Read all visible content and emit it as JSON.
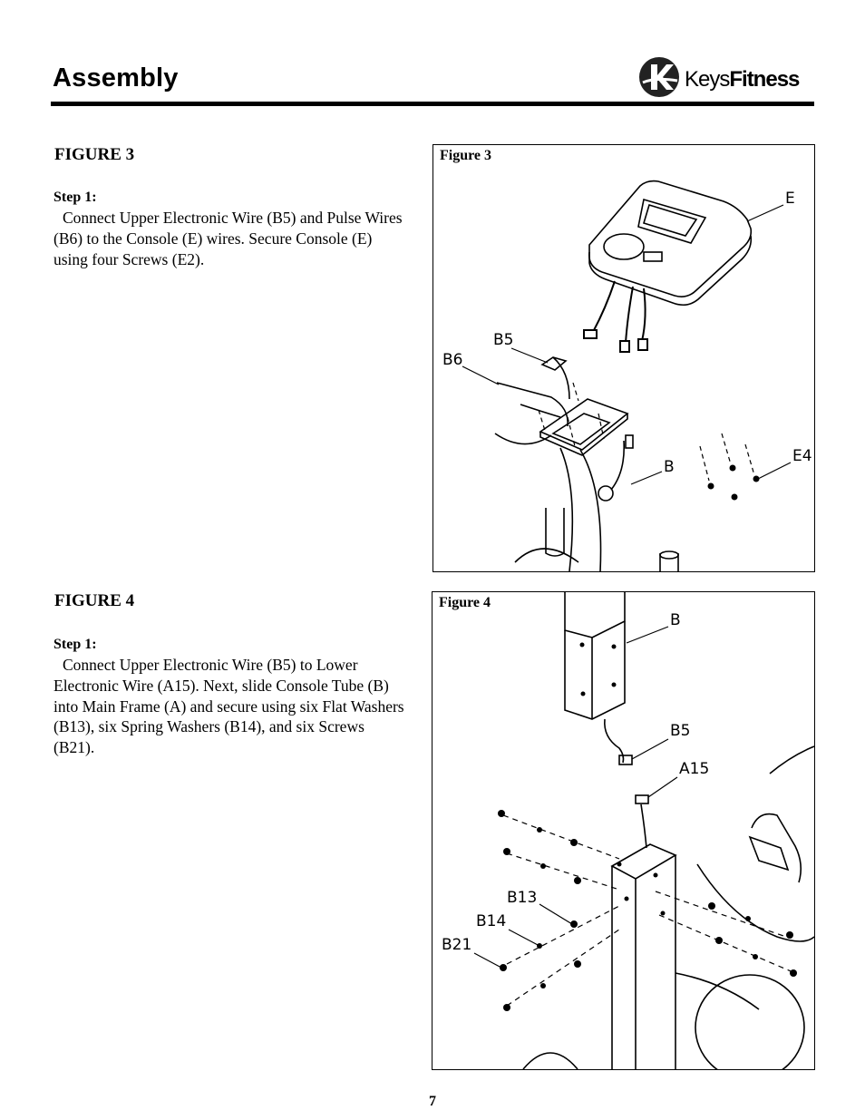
{
  "header": {
    "title": "Assembly",
    "logo": {
      "name": "KeysFitness",
      "text_part1": "Keys",
      "text_part2": "Fitness",
      "icon": "keysfitness-logo-icon"
    }
  },
  "sections": [
    {
      "heading": "FIGURE 3",
      "step_label": "Step 1:",
      "step_text": "Connect Upper Electronic Wire (B5) and Pulse Wires (B6) to the Console (E) wires.  Secure Console (E) using four Screws (E2).",
      "figure": {
        "caption": "Figure 3",
        "callouts": [
          "E",
          "B5",
          "B6",
          "B",
          "E4"
        ]
      }
    },
    {
      "heading": "FIGURE 4",
      "step_label": "Step 1:",
      "step_text": "Connect Upper Electronic Wire (B5) to Lower Electronic Wire (A15).  Next, slide Console Tube (B) into Main Frame (A) and secure using six Flat Washers (B13), six Spring Washers (B14), and six Screws (B21).",
      "figure": {
        "caption": "Figure 4",
        "callouts": [
          "B",
          "B5",
          "A15",
          "B13",
          "B14",
          "B21"
        ]
      }
    }
  ],
  "page_number": "7"
}
